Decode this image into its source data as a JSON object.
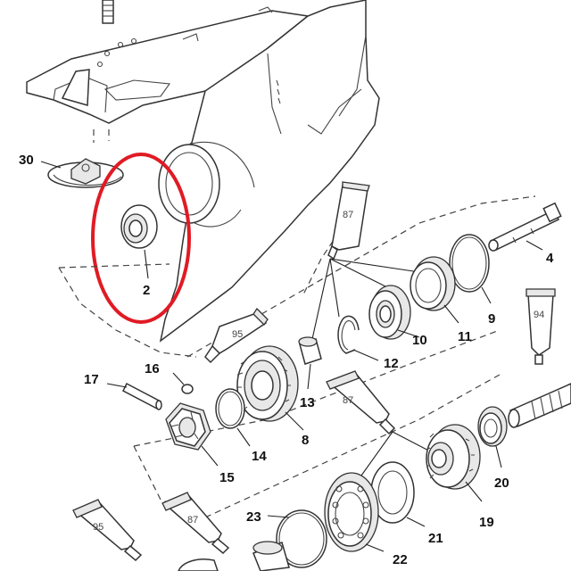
{
  "callouts": {
    "c30": "30",
    "c2": "2",
    "c4": "4",
    "c9": "9",
    "c11": "11",
    "c10": "10",
    "c12": "12",
    "c13": "13",
    "c16": "16",
    "c17": "17",
    "c8": "8",
    "c14": "14",
    "c15": "15",
    "c20": "20",
    "c19": "19",
    "c21": "21",
    "c22": "22",
    "c23": "23"
  },
  "tubes": {
    "t87a": "87",
    "t95a": "95",
    "t94": "94",
    "t87b": "87",
    "t95b": "95",
    "t87c": "87"
  },
  "highlight": {
    "color": "#e01b24",
    "target": "2"
  },
  "colors": {
    "line": "#333333",
    "background": "#ffffff"
  }
}
